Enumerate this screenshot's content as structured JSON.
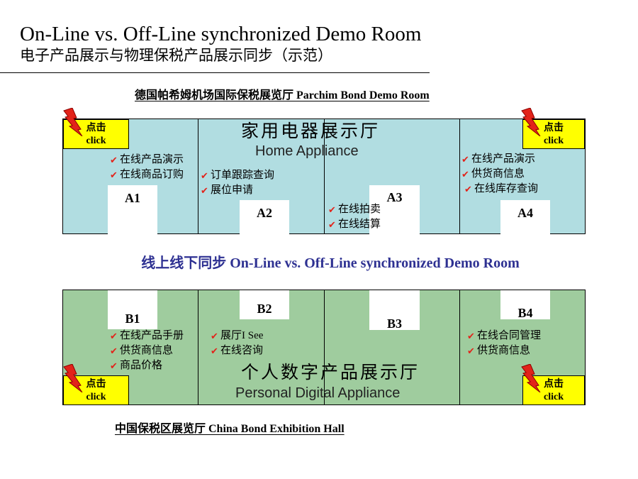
{
  "title": {
    "en": "On-Line vs. Off-Line synchronized Demo Room",
    "cn": "电子产品展示与物理保税产品展示同步（示范）"
  },
  "top_hall": {
    "caption": "德国帕希姆机场国际保税展览厅 Parchim Bond Demo Room",
    "name_cn": "家用电器展示厅",
    "name_en": "Home Appliance",
    "booths": [
      {
        "label": "A1",
        "features": [
          "在线产品演示",
          "在线商品订购"
        ]
      },
      {
        "label": "A2",
        "features": [
          "订单跟踪查询",
          "展位申请"
        ]
      },
      {
        "label": "A3",
        "features": [
          "在线拍卖",
          "在线结算"
        ]
      },
      {
        "label": "A4",
        "features": [
          "在线产品演示",
          "供货商信息",
          "在线库存查询"
        ]
      }
    ]
  },
  "middle_caption": "线上线下同步 On-Line vs. Off-Line synchronized Demo Room",
  "bottom_hall": {
    "caption": "中国保税区展览厅 China Bond Exhibition Hall",
    "name_cn": "个人数字产品展示厅",
    "name_en": "Personal Digital Appliance",
    "booths": [
      {
        "label": "B1",
        "features": [
          "在线产品手册",
          "供货商信息",
          "商品价格"
        ]
      },
      {
        "label": "B2",
        "features": [
          "展厅I See",
          "在线咨询"
        ]
      },
      {
        "label": "B3",
        "features": []
      },
      {
        "label": "B4",
        "features": [
          "在线合同管理",
          "供货商信息"
        ]
      }
    ]
  },
  "click_button": {
    "line1": "点击",
    "line2": "click"
  },
  "colors": {
    "top_hall_fill": "#b1dde1",
    "bottom_hall_fill": "#9fcc9e",
    "click_fill": "#ffff00",
    "check_mark": "#e2231a",
    "middle_caption": "#2e3192",
    "bolt": "#e2231a"
  },
  "icons": {
    "check": "checkmark-icon",
    "bolt": "lightning-bolt-icon"
  }
}
